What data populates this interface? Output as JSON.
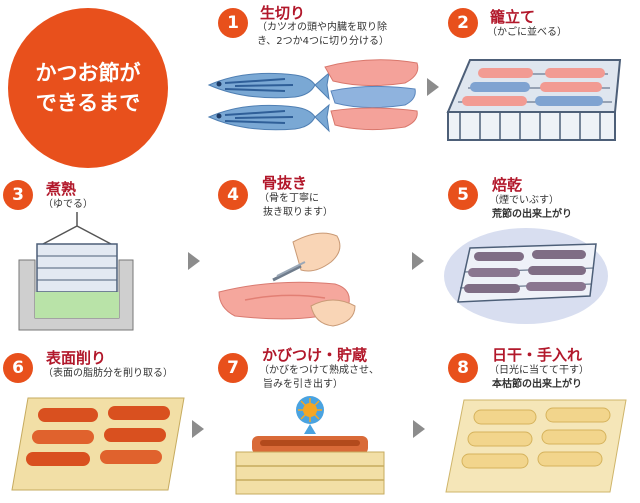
{
  "title": {
    "line1": "かつお節が",
    "line2": "できるまで"
  },
  "steps": [
    {
      "num": "1",
      "name": "生切り",
      "notes": [
        "（カツオの頭や内臓を取り除",
        "き、2つか4つに切り分ける）"
      ]
    },
    {
      "num": "2",
      "name": "籠立て",
      "notes": [
        "（かごに並べる）"
      ]
    },
    {
      "num": "3",
      "name": "煮熟",
      "notes": [
        "（ゆでる）"
      ]
    },
    {
      "num": "4",
      "name": "骨抜き",
      "notes": [
        "（骨を丁寧に",
        "抜き取ります）"
      ]
    },
    {
      "num": "5",
      "name": "焙乾",
      "notes": [
        "（煙でいぶす）"
      ],
      "result": "荒節の出来上がり"
    },
    {
      "num": "6",
      "name": "表面削り",
      "notes": [
        "（表面の脂肪分を削り取る）"
      ]
    },
    {
      "num": "7",
      "name": "かびつけ・貯蔵",
      "notes": [
        "（かびをつけて熟成させ、",
        "旨みを引き出す）"
      ]
    },
    {
      "num": "8",
      "name": "日干・手入れ",
      "notes": [
        "（日光に当てて干す）"
      ],
      "result": "本枯節の出来上がり"
    }
  ],
  "colors": {
    "accent": "#e8501c",
    "step_title": "#b2182b",
    "arrow": "#8c8c8c"
  }
}
